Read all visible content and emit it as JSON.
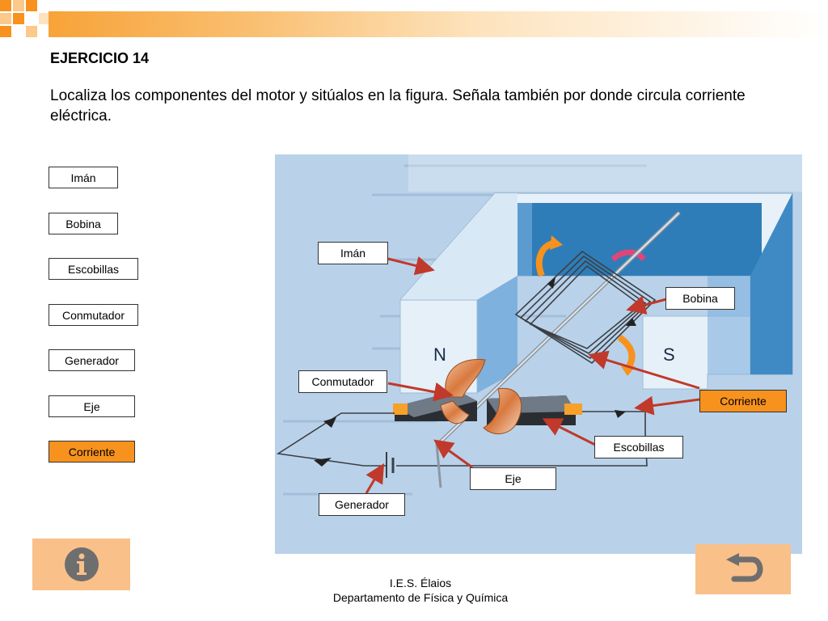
{
  "header": {
    "title": "EJERCICIO 14",
    "instructions": "Localiza los componentes del motor y sitúalos en la figura. Señala también por donde circula corriente eléctrica."
  },
  "palette": {
    "items": [
      {
        "label": "Imán",
        "highlight": false
      },
      {
        "label": "Bobina",
        "highlight": false
      },
      {
        "label": "Escobillas",
        "highlight": false
      },
      {
        "label": "Conmutador",
        "highlight": false
      },
      {
        "label": "Generador",
        "highlight": false
      },
      {
        "label": "Eje",
        "highlight": false
      },
      {
        "label": "Corriente",
        "highlight": true
      }
    ]
  },
  "figure": {
    "magnet_north": "N",
    "magnet_south": "S",
    "labels": {
      "iman": "Imán",
      "bobina": "Bobina",
      "conmutador": "Conmutador",
      "corriente": "Corriente",
      "escobillas": "Escobillas",
      "eje": "Eje",
      "generador": "Generador"
    }
  },
  "nav": {
    "info_icon": "info-icon",
    "back_icon": "return-arrow-icon"
  },
  "footer": {
    "line1": "I.E.S. Élaios",
    "line2": "Departamento de Física y Química"
  },
  "colors": {
    "accent_orange": "#f7921e",
    "nav_button": "#f9c08a",
    "arrow_red": "#c0392b",
    "figure_bg": "#b9d2ea",
    "magnet_blue": "#2f7db8"
  }
}
